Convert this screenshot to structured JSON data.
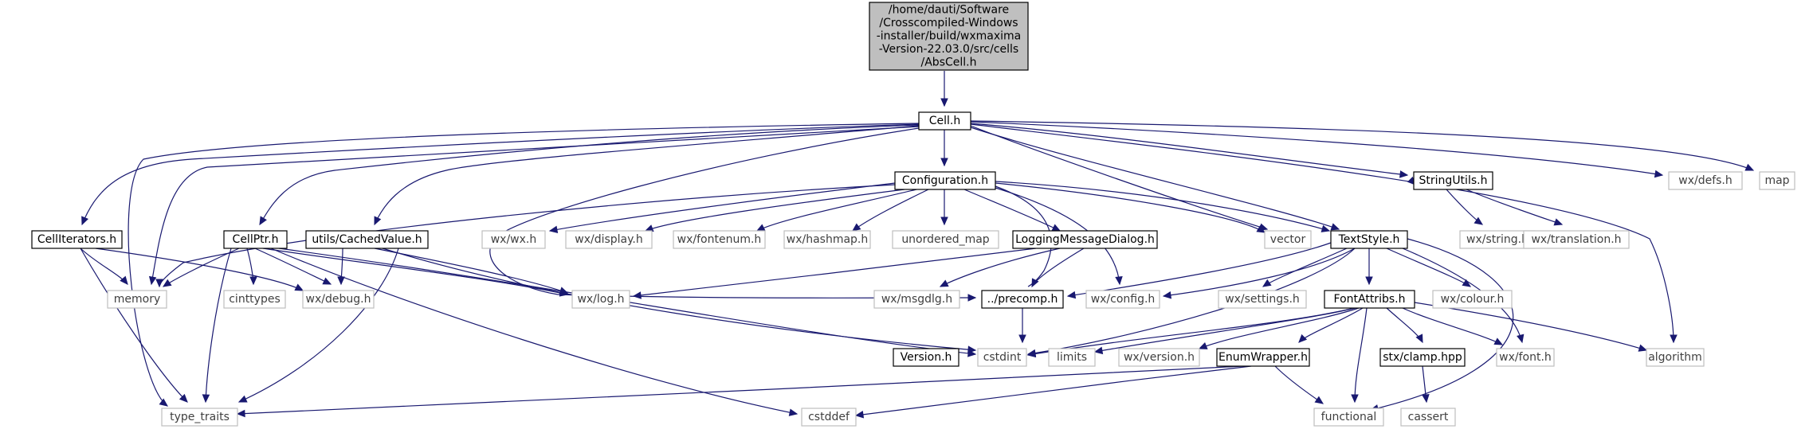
{
  "colors": {
    "edge": "#191970",
    "root_fill": "#bfbfbf",
    "node_border": "#000000",
    "external_border": "#bfbfbf",
    "external_text": "#404040"
  },
  "nodes": [
    {
      "id": "root",
      "lines": [
        "/home/dauti/Software",
        "/Crosscompiled-Windows",
        "-installer/build/wxmaxima",
        "-Version-22.03.0/src/cells",
        "/AbsCell.h"
      ],
      "kind": "root"
    },
    {
      "id": "cell",
      "lines": [
        "Cell.h"
      ],
      "kind": "doc"
    },
    {
      "id": "celliter",
      "lines": [
        "CellIterators.h"
      ],
      "kind": "doc"
    },
    {
      "id": "cellptr",
      "lines": [
        "CellPtr.h"
      ],
      "kind": "doc"
    },
    {
      "id": "cached",
      "lines": [
        "utils/CachedValue.h"
      ],
      "kind": "doc"
    },
    {
      "id": "config",
      "lines": [
        "Configuration.h"
      ],
      "kind": "doc"
    },
    {
      "id": "strutils",
      "lines": [
        "StringUtils.h"
      ],
      "kind": "doc"
    },
    {
      "id": "wxdefs",
      "lines": [
        "wx/defs.h"
      ],
      "kind": "ext"
    },
    {
      "id": "map",
      "lines": [
        "map"
      ],
      "kind": "ext"
    },
    {
      "id": "wxwx",
      "lines": [
        "wx/wx.h"
      ],
      "kind": "ext"
    },
    {
      "id": "wxdisplay",
      "lines": [
        "wx/display.h"
      ],
      "kind": "ext"
    },
    {
      "id": "wxfontenum",
      "lines": [
        "wx/fontenum.h"
      ],
      "kind": "ext"
    },
    {
      "id": "wxhashmap",
      "lines": [
        "wx/hashmap.h"
      ],
      "kind": "ext"
    },
    {
      "id": "umap",
      "lines": [
        "unordered_map"
      ],
      "kind": "ext"
    },
    {
      "id": "logdlg",
      "lines": [
        "LoggingMessageDialog.h"
      ],
      "kind": "doc"
    },
    {
      "id": "vector",
      "lines": [
        "vector"
      ],
      "kind": "ext"
    },
    {
      "id": "textstyle",
      "lines": [
        "TextStyle.h"
      ],
      "kind": "doc"
    },
    {
      "id": "wxstring",
      "lines": [
        "wx/string.h"
      ],
      "kind": "ext"
    },
    {
      "id": "wxtrans",
      "lines": [
        "wx/translation.h"
      ],
      "kind": "ext"
    },
    {
      "id": "memory",
      "lines": [
        "memory"
      ],
      "kind": "ext"
    },
    {
      "id": "cinttypes",
      "lines": [
        "cinttypes"
      ],
      "kind": "ext"
    },
    {
      "id": "wxdebug",
      "lines": [
        "wx/debug.h"
      ],
      "kind": "ext"
    },
    {
      "id": "wxlog",
      "lines": [
        "wx/log.h"
      ],
      "kind": "ext"
    },
    {
      "id": "wxmsgdlg",
      "lines": [
        "wx/msgdlg.h"
      ],
      "kind": "ext"
    },
    {
      "id": "precomp",
      "lines": [
        "../precomp.h"
      ],
      "kind": "doc"
    },
    {
      "id": "wxconfig",
      "lines": [
        "wx/config.h"
      ],
      "kind": "ext"
    },
    {
      "id": "wxsettings",
      "lines": [
        "wx/settings.h"
      ],
      "kind": "ext"
    },
    {
      "id": "fontattr",
      "lines": [
        "FontAttribs.h"
      ],
      "kind": "doc"
    },
    {
      "id": "wxcolour",
      "lines": [
        "wx/colour.h"
      ],
      "kind": "ext"
    },
    {
      "id": "algorithm",
      "lines": [
        "algorithm"
      ],
      "kind": "ext"
    },
    {
      "id": "version",
      "lines": [
        "Version.h"
      ],
      "kind": "doc"
    },
    {
      "id": "cstdint",
      "lines": [
        "cstdint"
      ],
      "kind": "ext"
    },
    {
      "id": "limits",
      "lines": [
        "limits"
      ],
      "kind": "ext"
    },
    {
      "id": "wxversion",
      "lines": [
        "wx/version.h"
      ],
      "kind": "ext"
    },
    {
      "id": "enumwrap",
      "lines": [
        "EnumWrapper.h"
      ],
      "kind": "doc"
    },
    {
      "id": "clamp",
      "lines": [
        "stx/clamp.hpp"
      ],
      "kind": "doc"
    },
    {
      "id": "wxfont",
      "lines": [
        "wx/font.h"
      ],
      "kind": "ext"
    },
    {
      "id": "typetraits",
      "lines": [
        "type_traits"
      ],
      "kind": "ext"
    },
    {
      "id": "cstddef",
      "lines": [
        "cstddef"
      ],
      "kind": "ext"
    },
    {
      "id": "functional",
      "lines": [
        "functional"
      ],
      "kind": "ext"
    },
    {
      "id": "cassert",
      "lines": [
        "cassert"
      ],
      "kind": "ext"
    }
  ]
}
